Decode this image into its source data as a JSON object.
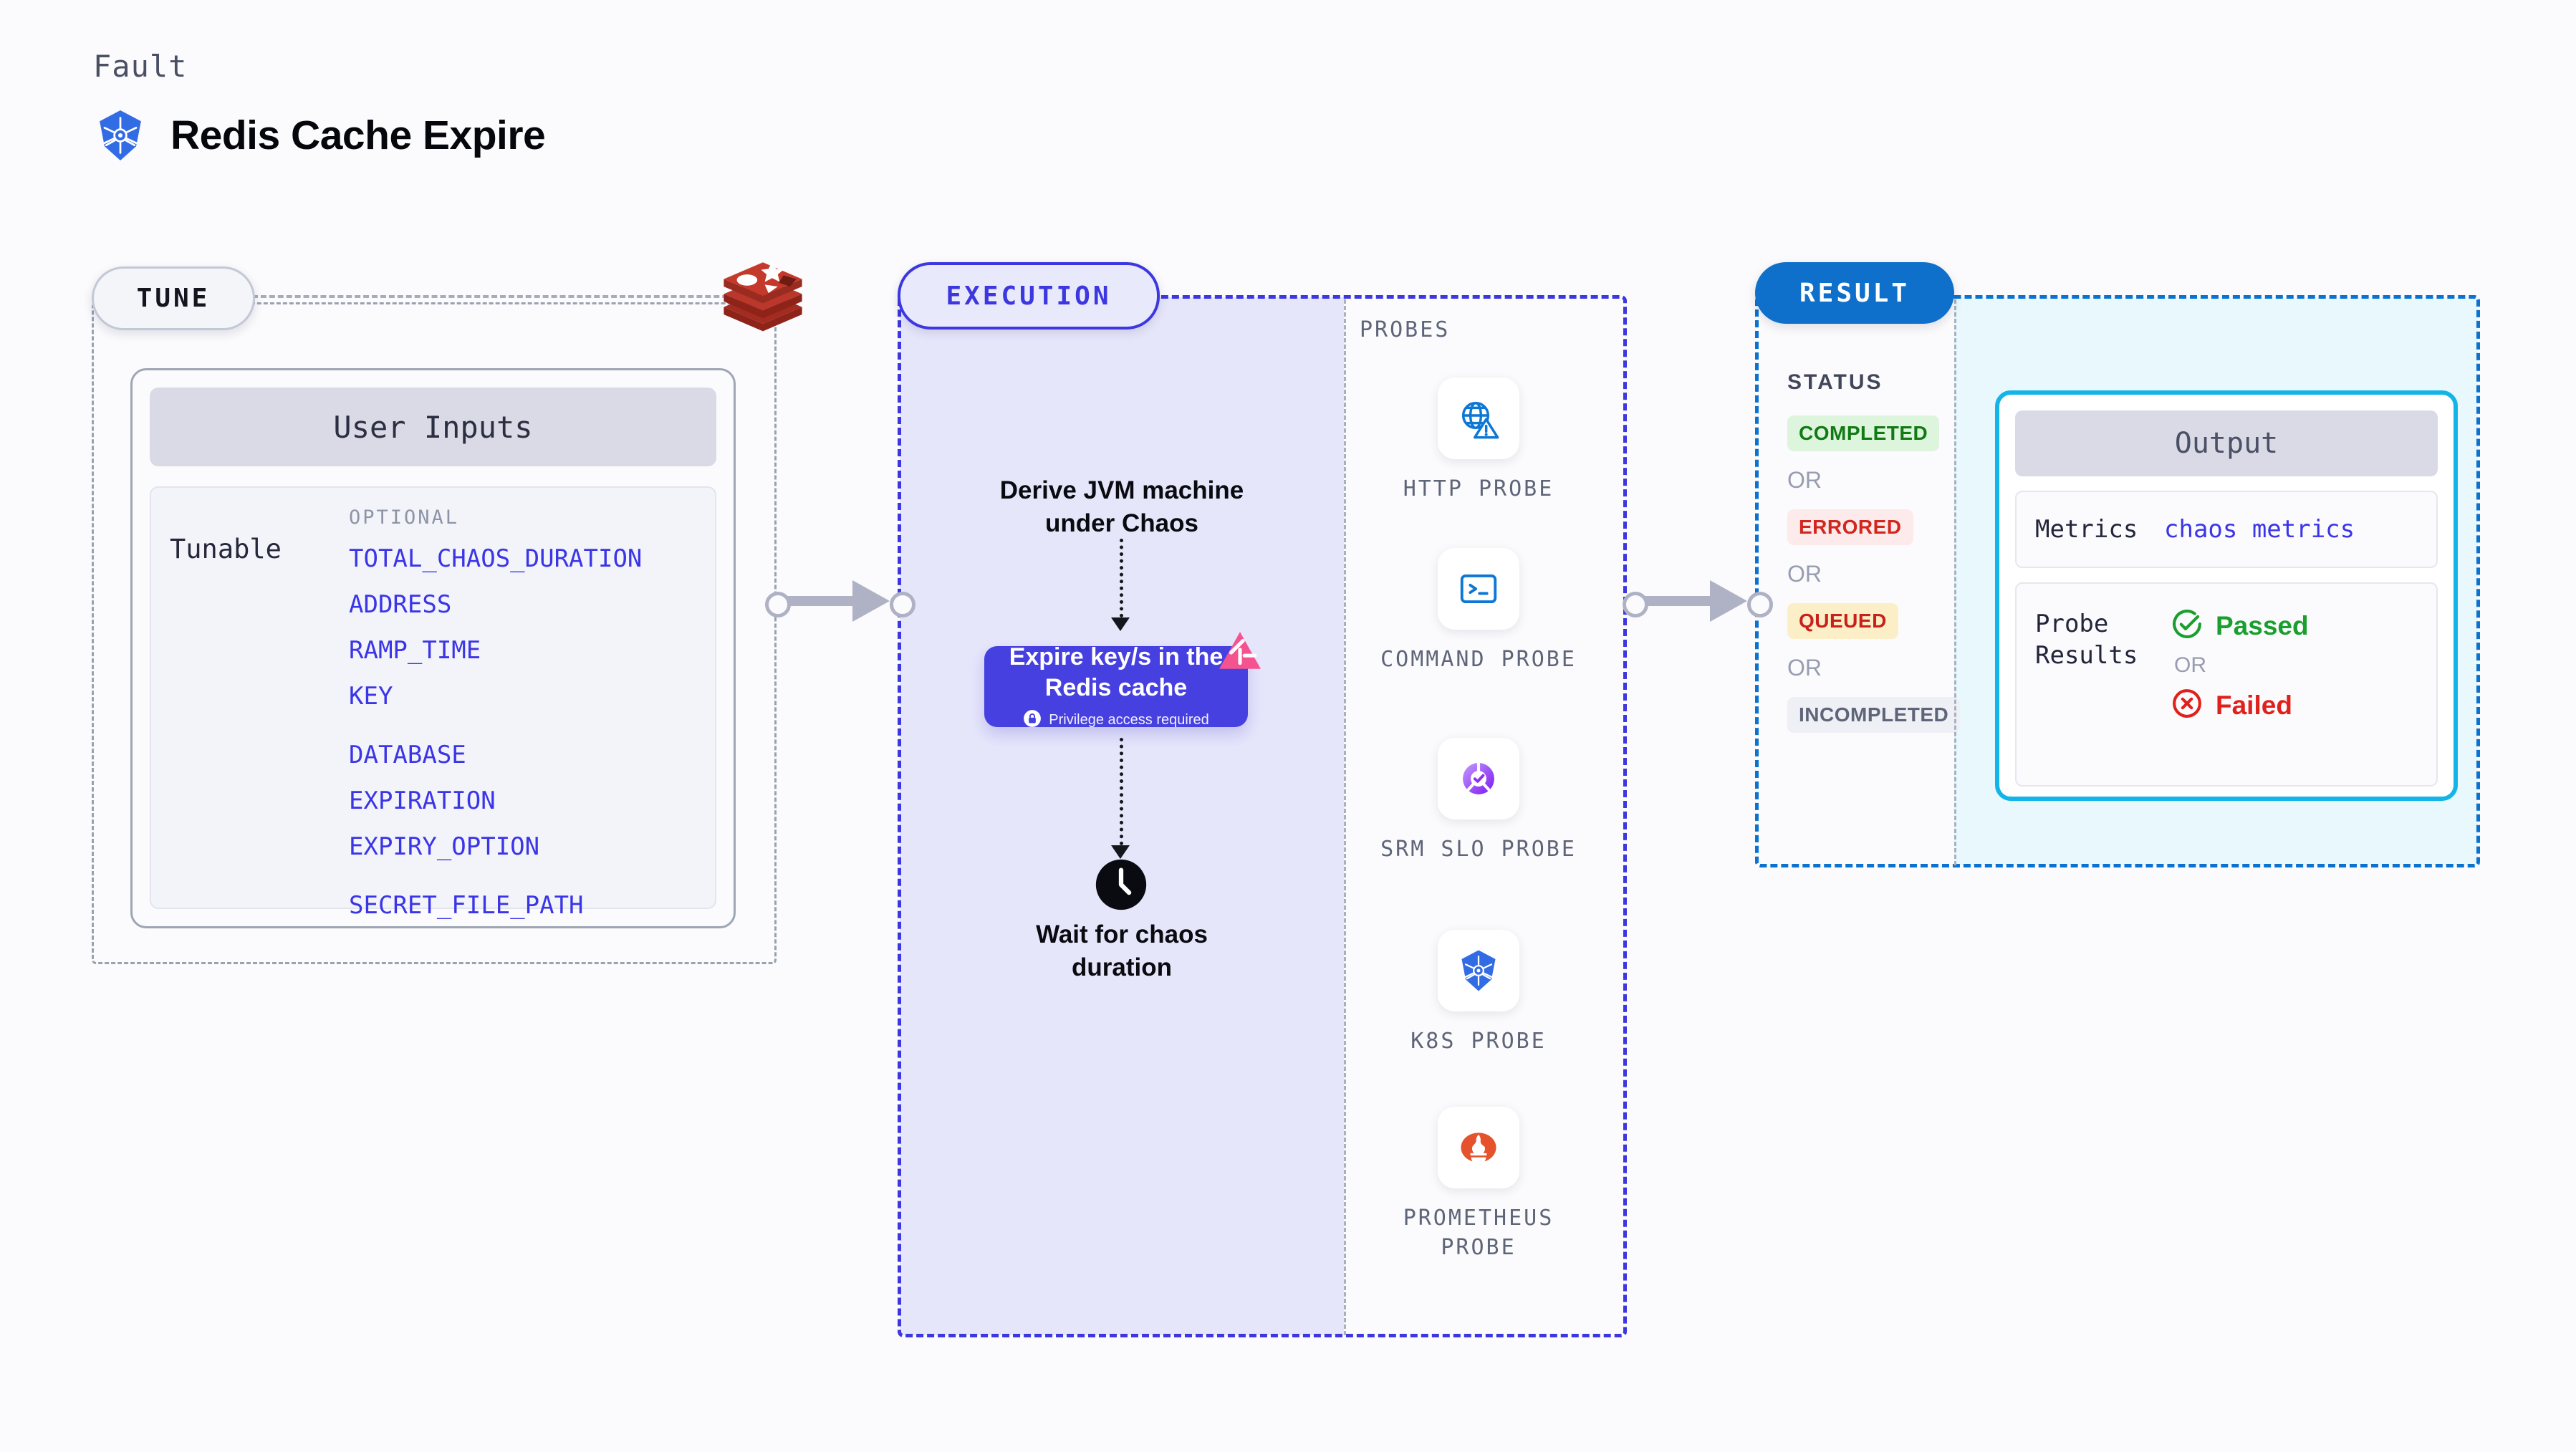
{
  "header": {
    "eyebrow": "Fault",
    "title": "Redis Cache Expire",
    "logo_icon": "kubernetes-icon"
  },
  "tune": {
    "pill_label": "TUNE",
    "source_icon": "redis-logo",
    "card_title": "User Inputs",
    "tunable_label": "Tunable",
    "optional_label": "OPTIONAL",
    "params": [
      {
        "name": "TOTAL_CHAOS_DURATION",
        "gap": false
      },
      {
        "name": "ADDRESS",
        "gap": false
      },
      {
        "name": "RAMP_TIME",
        "gap": false
      },
      {
        "name": "KEY",
        "gap": false
      },
      {
        "name": "DATABASE",
        "gap": true
      },
      {
        "name": "EXPIRATION",
        "gap": false
      },
      {
        "name": "EXPIRY_OPTION",
        "gap": false
      },
      {
        "name": "SECRET_FILE_PATH",
        "gap": true
      }
    ]
  },
  "execution": {
    "pill_label": "EXECUTION",
    "step_one": "Derive JVM machine under Chaos",
    "action_title": "Expire key/s in the Redis cache",
    "privilege_note": "Privilege access required",
    "privilege_icon": "lock-icon",
    "badge_icon": "litmus-chaos-icon",
    "wait_icon": "clock-icon",
    "step_three": "Wait for chaos duration"
  },
  "probes": {
    "section_label": "PROBES",
    "items": [
      {
        "label": "HTTP PROBE",
        "icon": "globe-warning-icon"
      },
      {
        "label": "COMMAND PROBE",
        "icon": "terminal-icon"
      },
      {
        "label": "SRM SLO PROBE",
        "icon": "slo-gauge-check-icon"
      },
      {
        "label": "K8S PROBE",
        "icon": "kubernetes-icon"
      },
      {
        "label": "PROMETHEUS PROBE",
        "icon": "prometheus-icon"
      }
    ]
  },
  "result": {
    "pill_label": "RESULT",
    "status_label": "STATUS",
    "or_label": "OR",
    "statuses": [
      {
        "label": "COMPLETED",
        "bg": "#ddf5dd",
        "fg": "#127a14"
      },
      {
        "label": "ERRORED",
        "bg": "#fdeaea",
        "fg": "#d2271f"
      },
      {
        "label": "QUEUED",
        "bg": "#fcefc7",
        "fg": "#c8201a"
      },
      {
        "label": "INCOMPLETED",
        "bg": "#eef0f6",
        "fg": "#5f6579"
      }
    ],
    "output": {
      "title": "Output",
      "metrics_key": "Metrics",
      "metrics_value": "chaos metrics",
      "probe_results_key": "Probe Results",
      "passed_label": "Passed",
      "passed_icon": "check-circle-icon",
      "failed_label": "Failed",
      "failed_icon": "x-circle-icon",
      "or_label": "OR"
    }
  },
  "colors": {
    "accent_purple": "#3d37e0",
    "accent_blue": "#0e70ca",
    "accent_cyan": "#13b5e8",
    "redis_red": "#b52f24",
    "param_blue": "#3b35e8"
  }
}
